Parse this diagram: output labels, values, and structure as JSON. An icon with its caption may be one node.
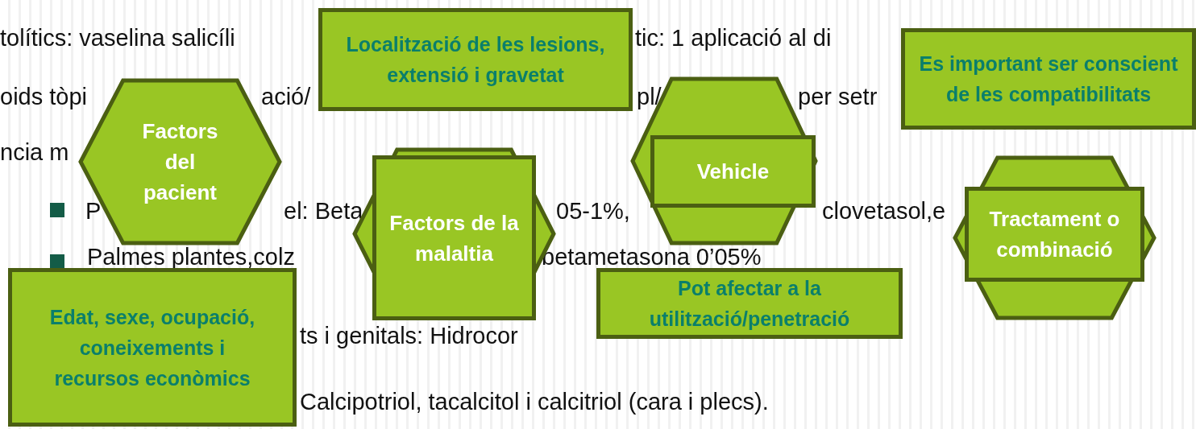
{
  "diagram": {
    "nodes": [
      {
        "text": [
          "Localització de les lesions, extensió i gravetat"
        ]
      },
      {
        "text": [
          "Es important ser conscient de les compatibilitats"
        ]
      },
      {
        "text": [
          "Factors del pacient"
        ]
      },
      {
        "text": [
          "Vehicle"
        ]
      },
      {
        "text": [
          "Factors de la malaltia"
        ]
      },
      {
        "text": [
          "Tractament o combinació"
        ]
      },
      {
        "text": [
          "Edat, sexe, ocupació, coneixements i recursos econòmics"
        ]
      },
      {
        "text": [
          "Pot afectar a la utilització/penetració"
        ]
      }
    ],
    "labels": [
      "tolítics: vaselina salicíli",
      "tic: 1 aplicació al di",
      "oids tòpi",
      "ació/",
      "pl/",
      "per setr",
      "ncia m",
      "P",
      "el: Beta",
      "05-1%,",
      "clovetasol,e",
      "Palmes plantes,colz",
      "betametasona 0’05%",
      "ts i genitals: Hidrocor",
      "Calcipotriol, tacalcitol i calcitriol (cara i plecs)."
    ]
  }
}
